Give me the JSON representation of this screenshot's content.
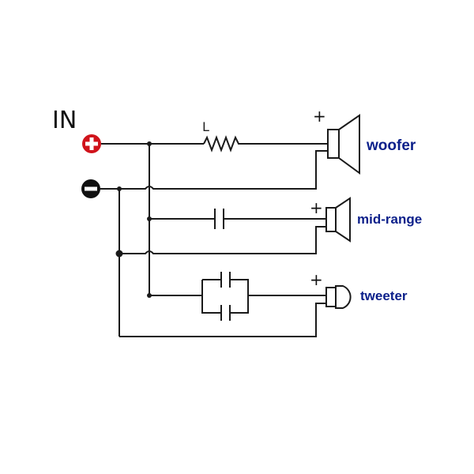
{
  "input": {
    "label": "IN"
  },
  "inductor": {
    "label": "L"
  },
  "speakers": {
    "woofer": {
      "label": "woofer",
      "polarity": "+"
    },
    "midrange": {
      "label": "mid-range",
      "polarity": "+"
    },
    "tweeter": {
      "label": "tweeter",
      "polarity": "+"
    }
  },
  "colors": {
    "positive_terminal": "#d0131b",
    "negative_terminal": "#111111",
    "speaker_label": "#0b1f8a",
    "wire": "#1a1a1a"
  },
  "icons": {
    "positive_terminal": "plus-circle-icon",
    "negative_terminal": "minus-circle-icon"
  }
}
